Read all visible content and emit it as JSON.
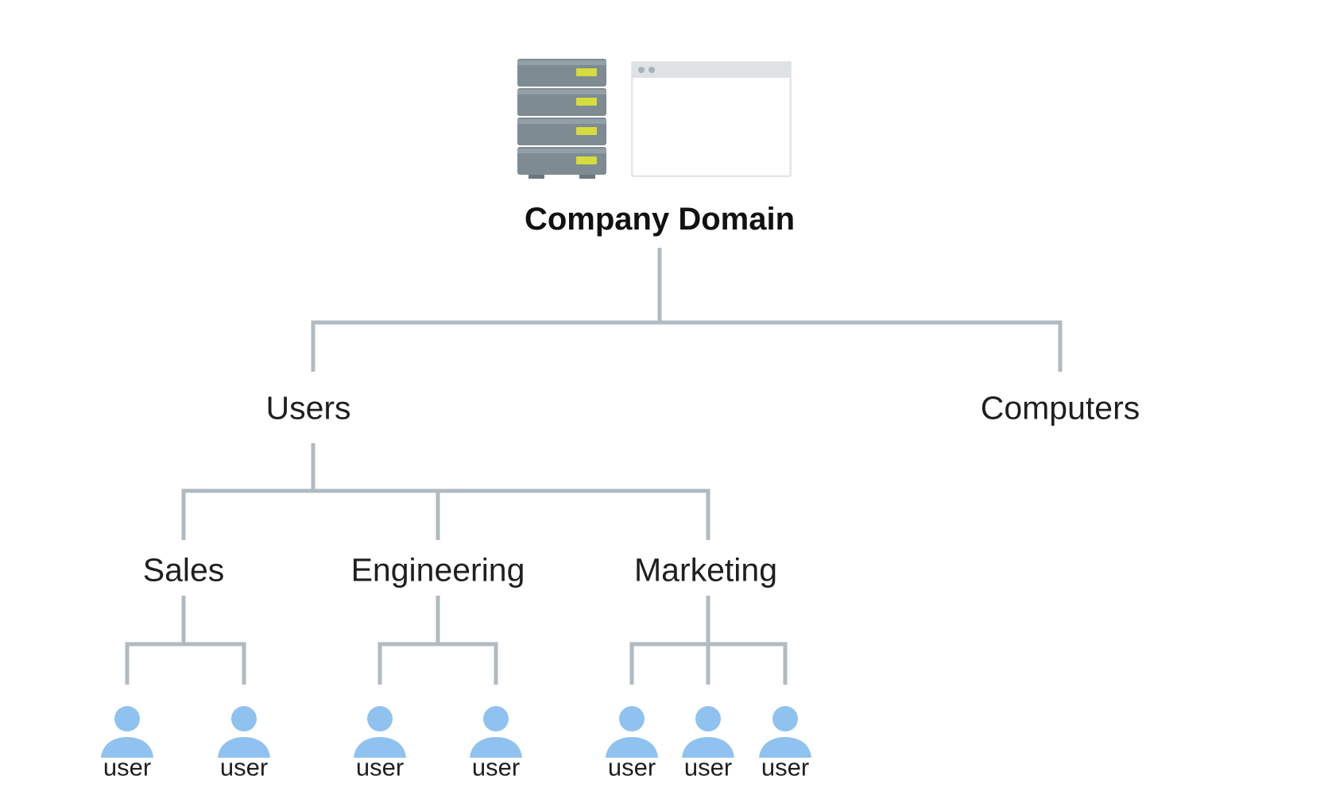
{
  "root": {
    "label": "Company Domain",
    "icons": [
      "server-rack-icon",
      "browser-window-icon"
    ]
  },
  "level1": [
    {
      "id": "users",
      "label": "Users"
    },
    {
      "id": "computers",
      "label": "Computers"
    }
  ],
  "departments": [
    {
      "id": "sales",
      "label": "Sales",
      "users": [
        "user",
        "user"
      ]
    },
    {
      "id": "engineering",
      "label": "Engineering",
      "users": [
        "user",
        "user"
      ]
    },
    {
      "id": "marketing",
      "label": "Marketing",
      "users": [
        "user",
        "user",
        "user"
      ]
    }
  ],
  "colors": {
    "connector": "#b1bac1",
    "user_icon": "#90c2f0",
    "server_body": "#7e8b92",
    "server_light": "#d6dc3c",
    "window_frame": "#e4e6e8"
  }
}
